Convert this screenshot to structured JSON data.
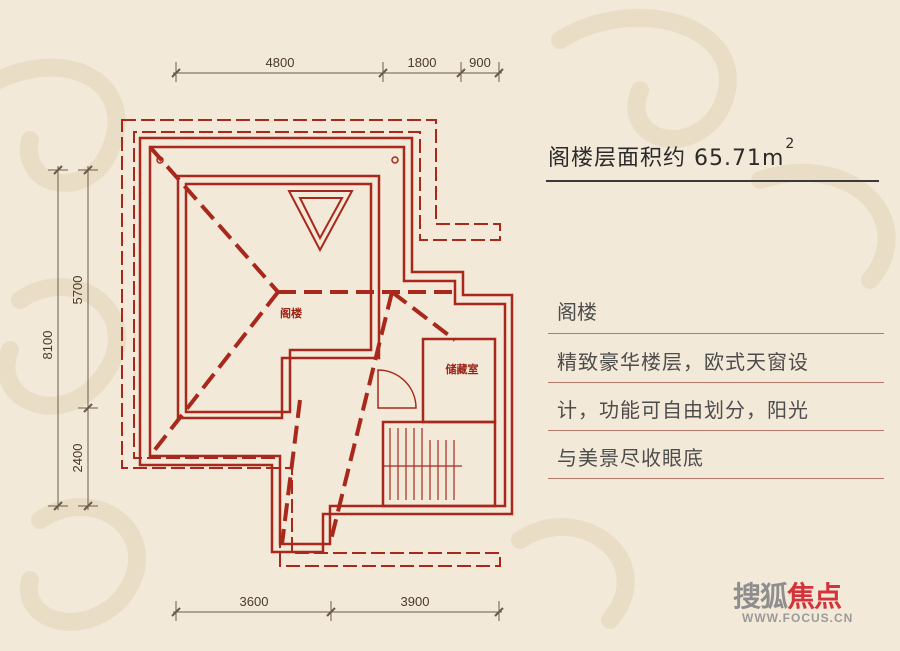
{
  "area": {
    "label": "阁楼层面积约 65.71m",
    "superscript": "2"
  },
  "description": {
    "heading": "阁楼",
    "lines": [
      "精致豪华楼层，欧式天窗设",
      "计，功能可自由划分，阳光",
      "与美景尽收眼底"
    ]
  },
  "dimensions": {
    "top": [
      "4800",
      "1800",
      "900"
    ],
    "bottom": [
      "3600",
      "3900"
    ],
    "left_outer": "8100",
    "left_inner": [
      "5700",
      "2400"
    ]
  },
  "rooms": {
    "attic": "阁楼",
    "storage": "储藏室"
  },
  "logo": {
    "name_part1": "搜狐",
    "name_part2": "焦点",
    "url": "WWW.FOCUS.CN"
  },
  "colors": {
    "background": "#f3e9d8",
    "wall": "#a8281c",
    "accent": "#d3333a"
  }
}
